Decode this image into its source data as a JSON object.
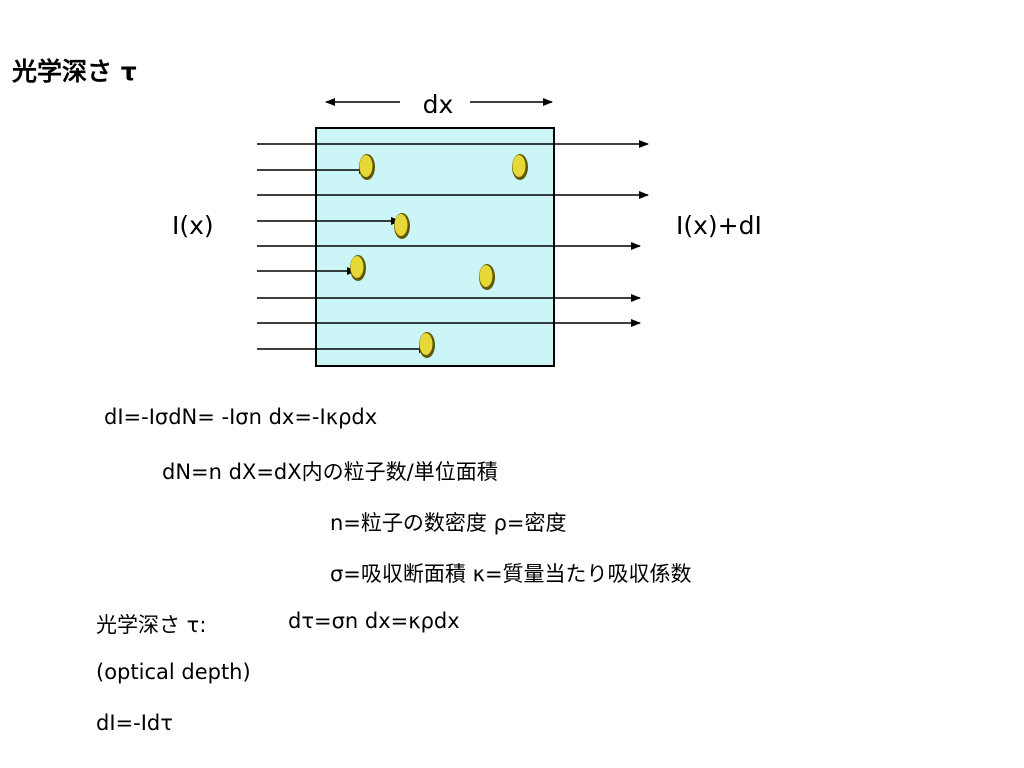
{
  "title": "光学深さ τ",
  "diagram": {
    "width_label": "dx",
    "left_label": "I(x)",
    "right_label": "I(x)+dI",
    "colors": {
      "slab_fill": "#ccf5f7",
      "slab_border": "#000000",
      "particle_fill": "#e6d836",
      "particle_shadow": "#6a6200",
      "arrow": "#000000"
    }
  },
  "equations": {
    "line1": "dI=-IσdN= -Iσn dx=-Iκρdx",
    "line2": "dN=n dX=dX内の粒子数/単位面積",
    "line3": "n=粒子の数密度 ρ=密度",
    "line4": "σ=吸収断面積 κ=質量当たり吸収係数",
    "line5_label": "光学深さ τ:",
    "line5_eq": "dτ=σn dx=κρdx",
    "line6": "(optical depth)",
    "line7": "dI=-Idτ"
  }
}
